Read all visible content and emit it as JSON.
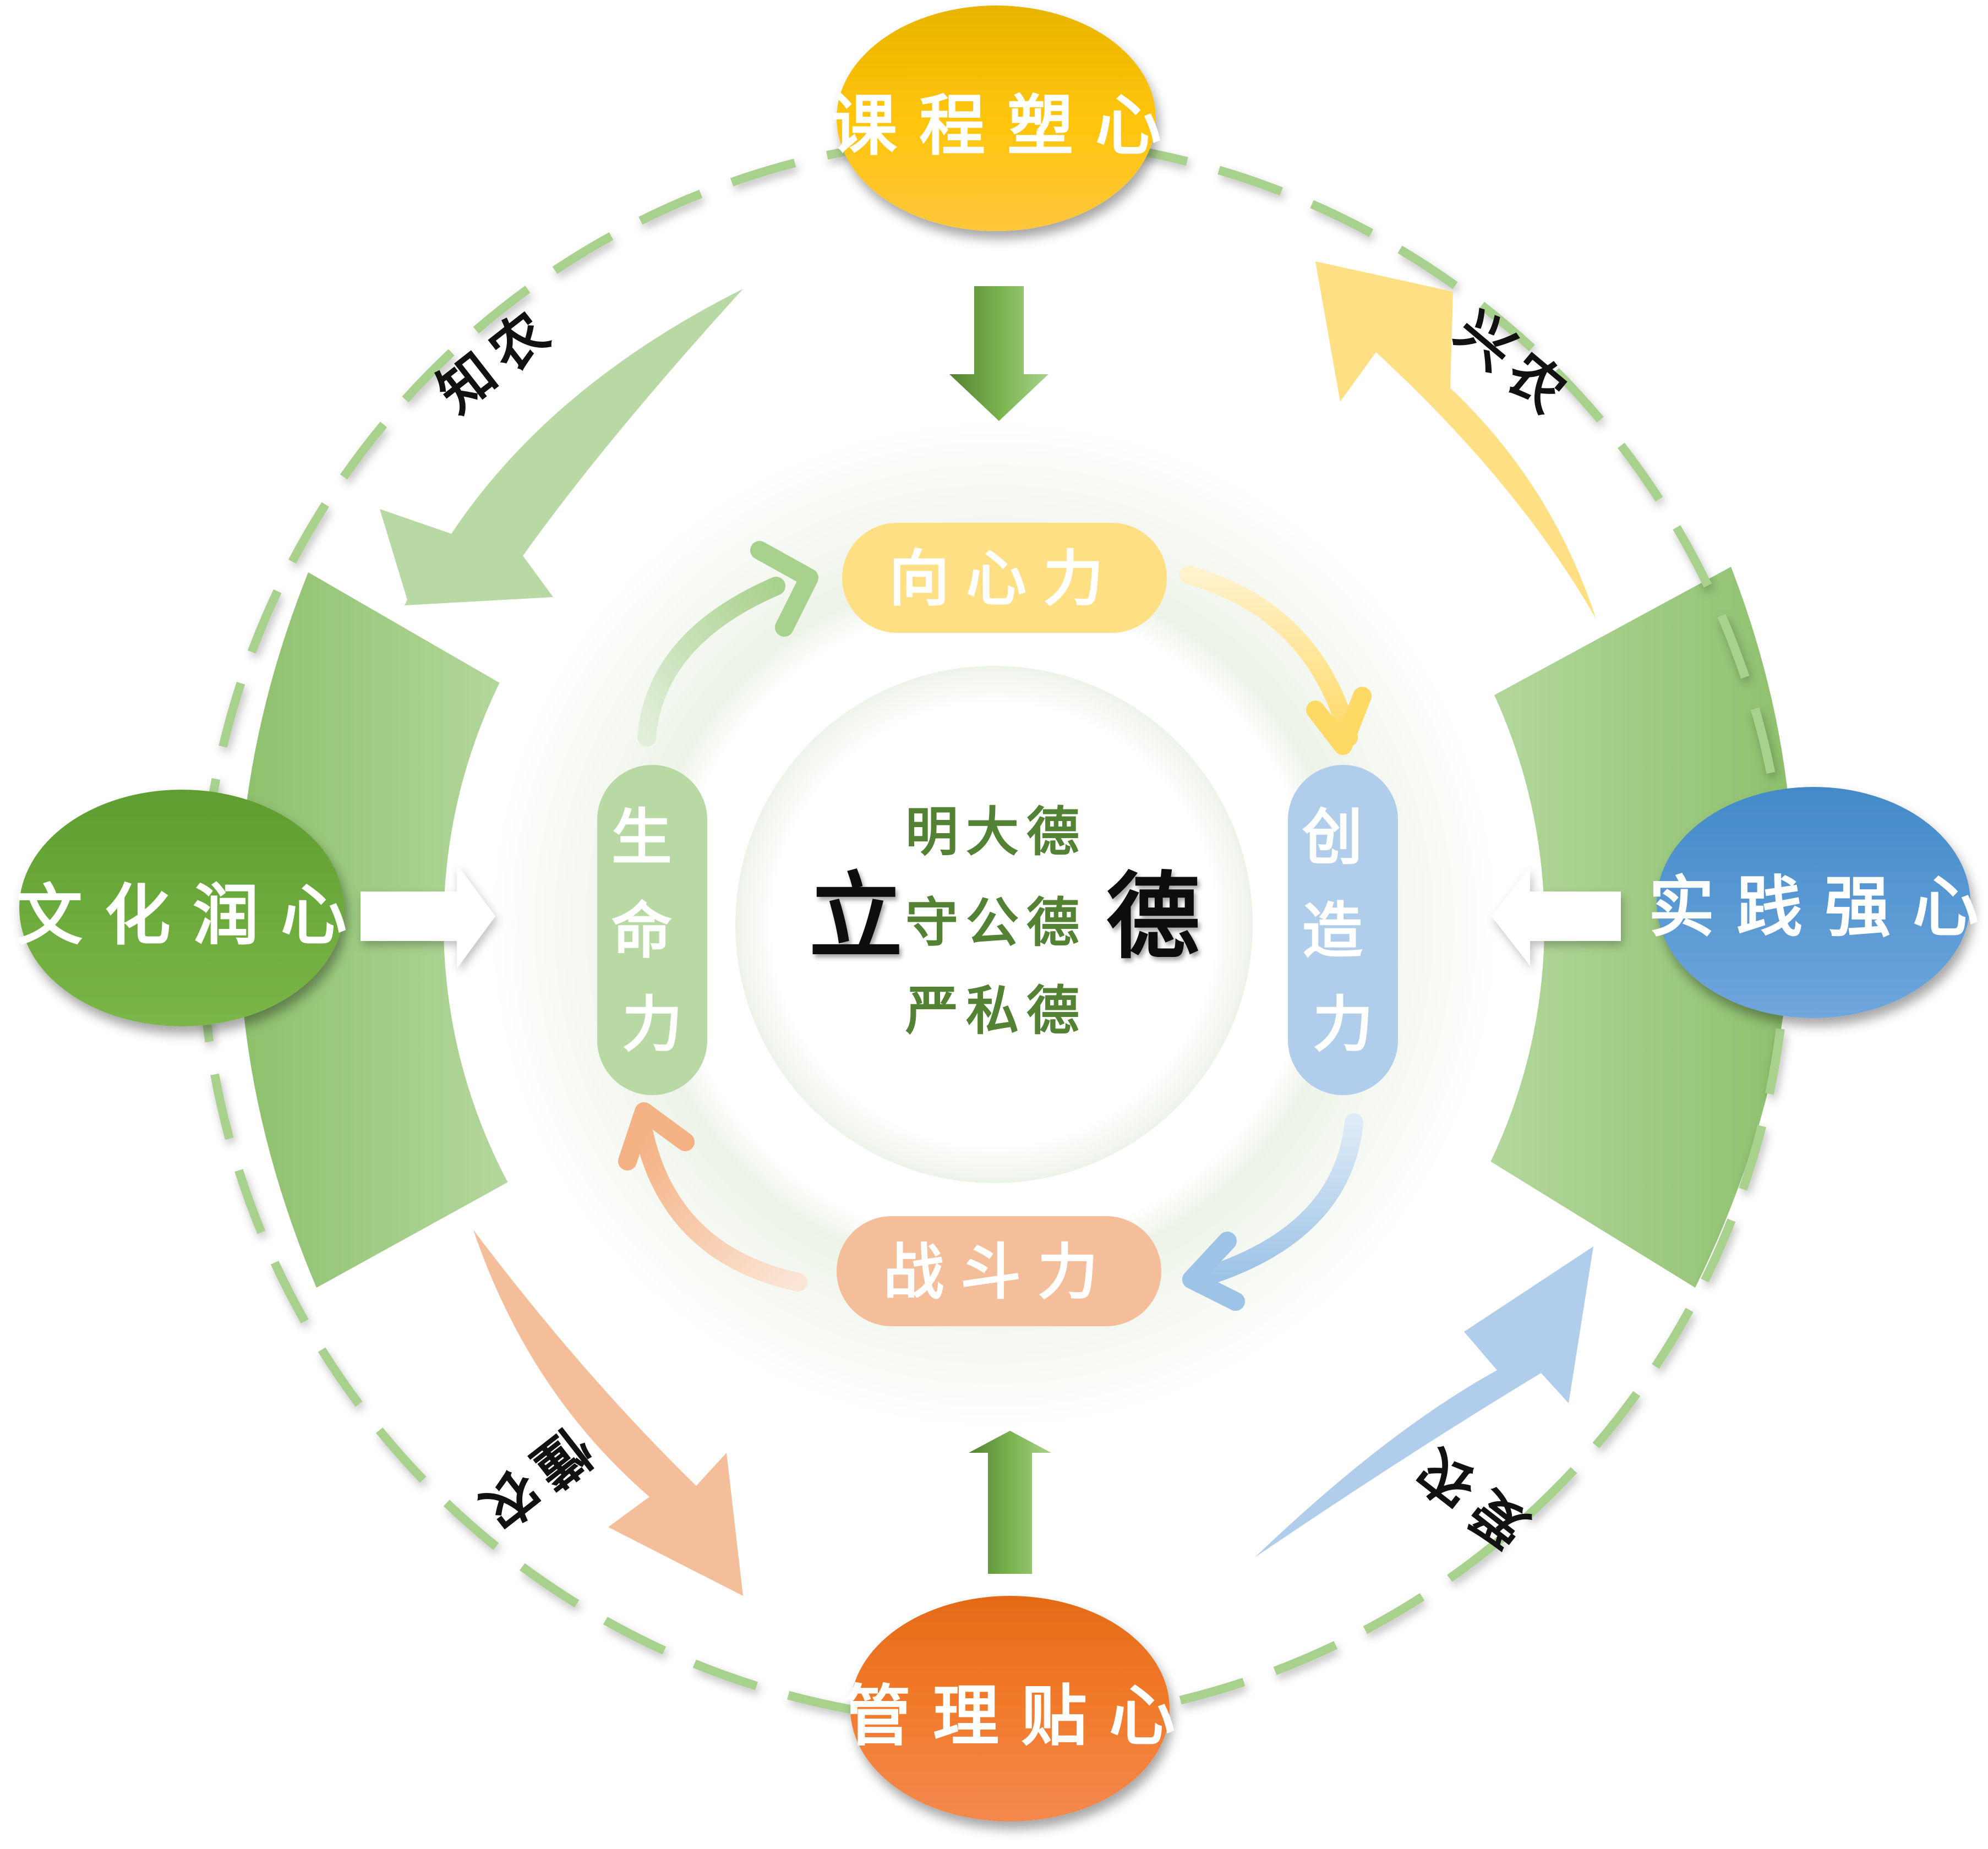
{
  "diagram": {
    "title_left": "立",
    "title_right": "德",
    "center_lines": [
      "明大德",
      "守公德",
      "严私德"
    ],
    "outer_nodes": [
      {
        "id": "top",
        "label": "课程塑心",
        "color_top": "#E8B400",
        "color_bottom": "#FFC73C"
      },
      {
        "id": "right",
        "label": "实践强心",
        "color_top": "#438AC9",
        "color_bottom": "#6FA6DC"
      },
      {
        "id": "bottom",
        "label": "管理贴心",
        "color_top": "#E46B17",
        "color_bottom": "#F2894E"
      },
      {
        "id": "left",
        "label": "文化润心",
        "color_top": "#5E9E30",
        "color_bottom": "#7AB648"
      }
    ],
    "inner_pills": [
      {
        "id": "top",
        "label": "向心力",
        "color": "#FFDF83"
      },
      {
        "id": "right",
        "label": "创造力",
        "color": "#B0CDEB"
      },
      {
        "id": "bottom",
        "label": "战斗力",
        "color": "#F5BE9A"
      },
      {
        "id": "left",
        "label": "生命力",
        "color": "#B8D8A4"
      }
    ],
    "arc_labels": [
      {
        "id": "top-left",
        "label": "知农"
      },
      {
        "id": "top-right",
        "label": "兴农"
      },
      {
        "id": "bottom-left",
        "label": "懂农"
      },
      {
        "id": "bottom-right",
        "label": "爱农"
      }
    ],
    "colors": {
      "dashed_circle": "#A9D18E",
      "band_green": "#A9D18E",
      "arrow_green_dark": "#548235",
      "arrow_green_light": "#A9D18E",
      "sweep_yellow": "#FFDF83",
      "sweep_blue": "#B0CDEB",
      "sweep_orange": "#F5BE9A",
      "sweep_green": "#B8D8A4"
    }
  }
}
